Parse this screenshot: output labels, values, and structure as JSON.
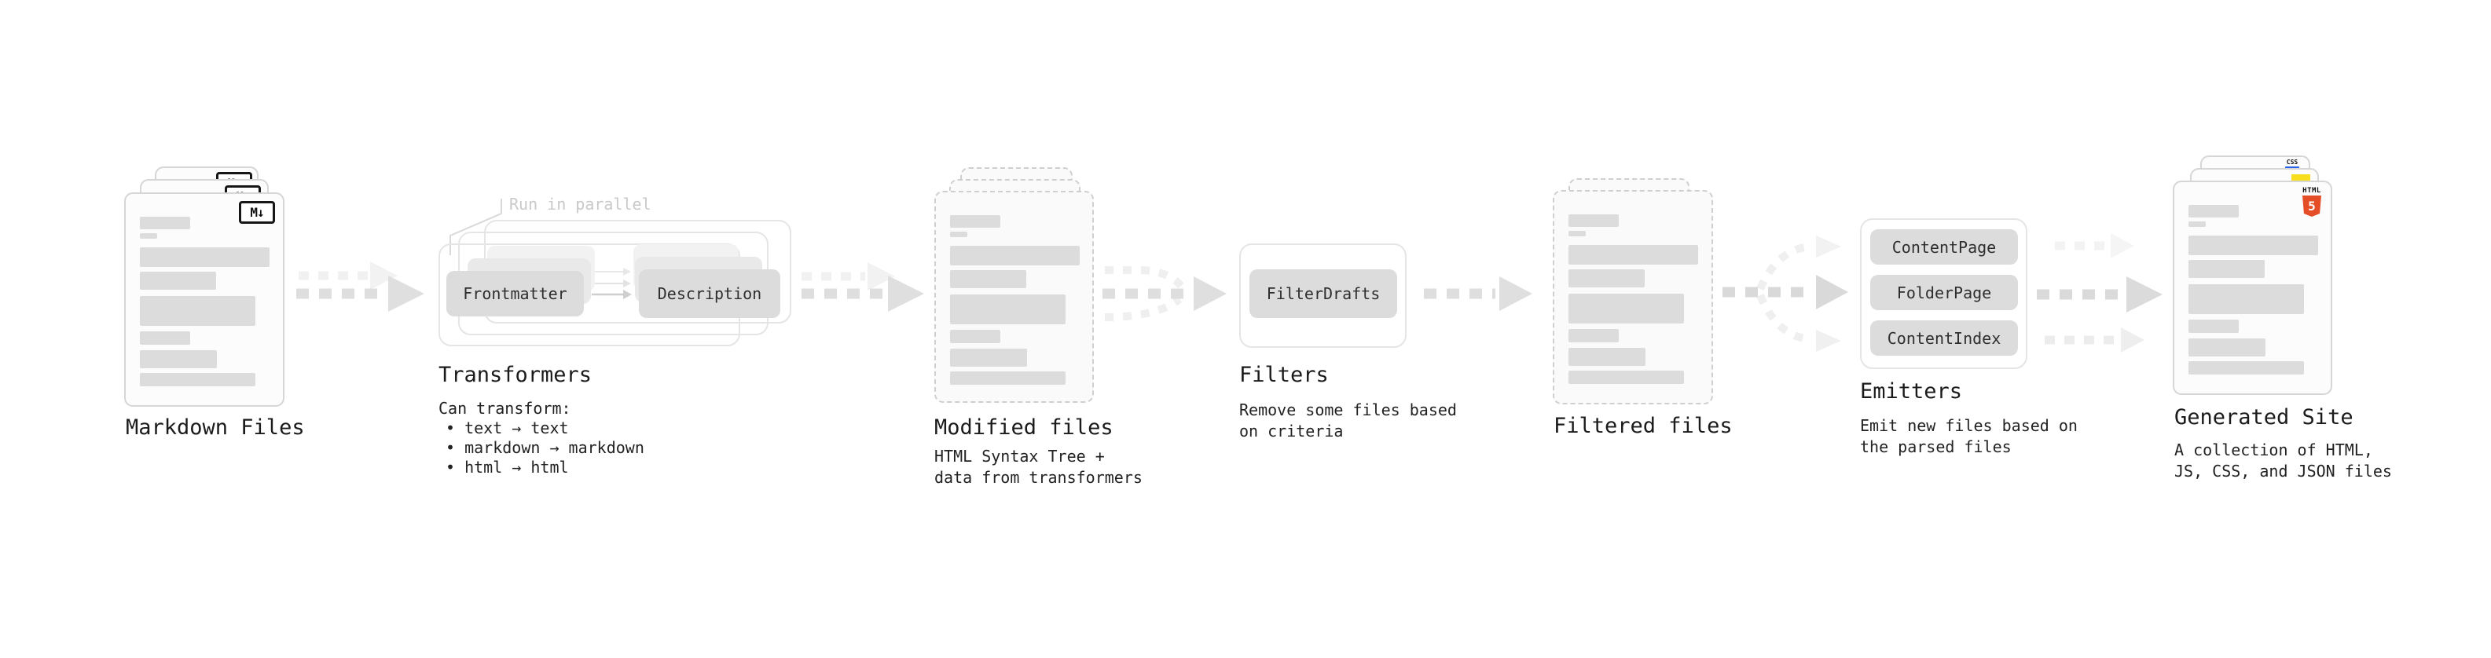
{
  "diagram": {
    "markdown_files": {
      "label": "Markdown Files",
      "badge": "M↓"
    },
    "transformers": {
      "annotation": "Run in parallel",
      "transformer1": "Frontmatter",
      "transformer2": "Description",
      "label": "Transformers",
      "description_title": "Can transform:",
      "bullets": [
        "• text → text",
        "• markdown → markdown",
        "• html → html"
      ]
    },
    "modified_files": {
      "label": "Modified files",
      "description": [
        "HTML Syntax Tree +",
        "data from transformers"
      ]
    },
    "filters": {
      "filter1": "FilterDrafts",
      "label": "Filters",
      "description": [
        "Remove some files based",
        "on criteria"
      ]
    },
    "filtered_files": {
      "label": "Filtered files"
    },
    "emitters": {
      "emitter1": "ContentPage",
      "emitter2": "FolderPage",
      "emitter3": "ContentIndex",
      "label": "Emitters",
      "description": [
        "Emit new files based on",
        "the parsed files"
      ]
    },
    "generated_site": {
      "label": "Generated Site",
      "description": [
        "A collection of HTML,",
        "JS, CSS, and JSON files"
      ],
      "css_badge": "CSS",
      "html_badge": "HTML",
      "html_badge_number": "5"
    }
  },
  "colors": {
    "html5_orange": "#e44d26",
    "js_yellow": "#f7df1e",
    "css_blue": "#2862e9",
    "placeholder_bar": "#dcdcdc",
    "arrow_gray": "#dedede"
  }
}
